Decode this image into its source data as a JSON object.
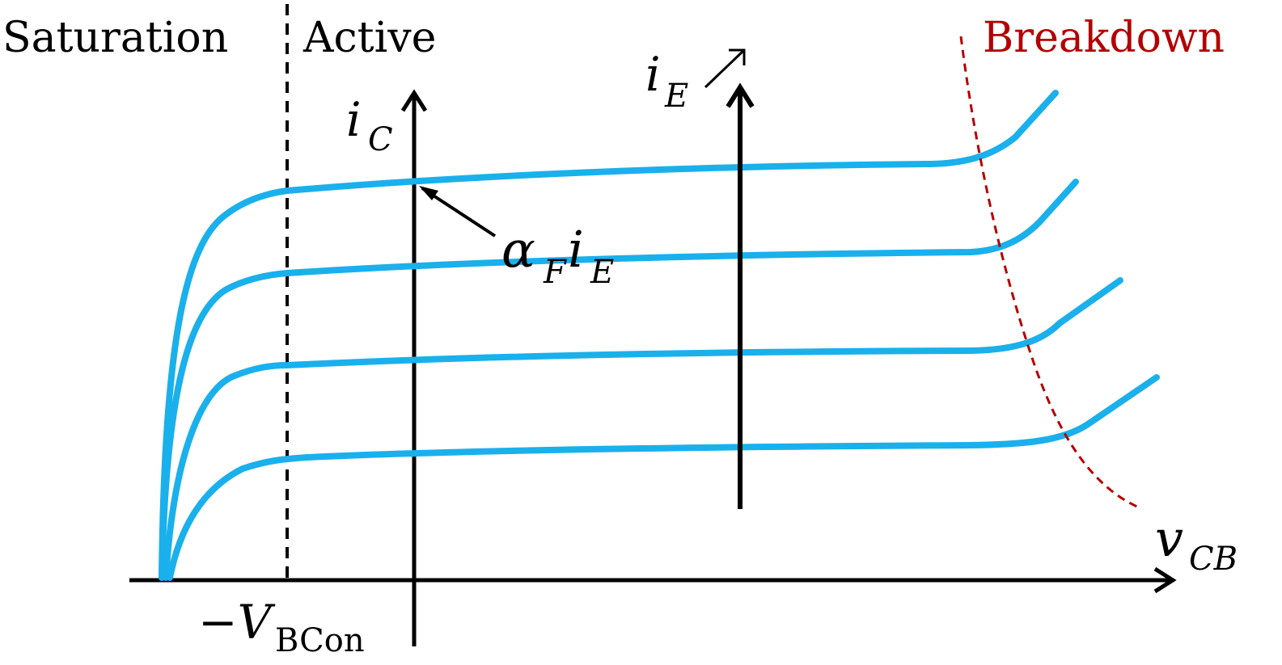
{
  "regions": {
    "saturation": "Saturation",
    "active": "Active",
    "breakdown": "Breakdown"
  },
  "axes": {
    "x_label_main": "v",
    "x_label_sub": "CB",
    "y_label_main": "i",
    "y_label_sub": "C"
  },
  "annotations": {
    "ie_main": "i",
    "ie_sub": "E",
    "alpha_main": "α",
    "alpha_sub": "F",
    "alpha_i": "i",
    "alpha_i_sub": "E",
    "vbcon_sign": "−V",
    "vbcon_sub": "BCon"
  },
  "colors": {
    "curves": "#1ab0ec",
    "breakdown": "#b30000",
    "axes": "#000000"
  },
  "chart_data": {
    "type": "line",
    "series_count": 4,
    "x_axis_var": "vCB",
    "y_axis_var": "iC"
  }
}
